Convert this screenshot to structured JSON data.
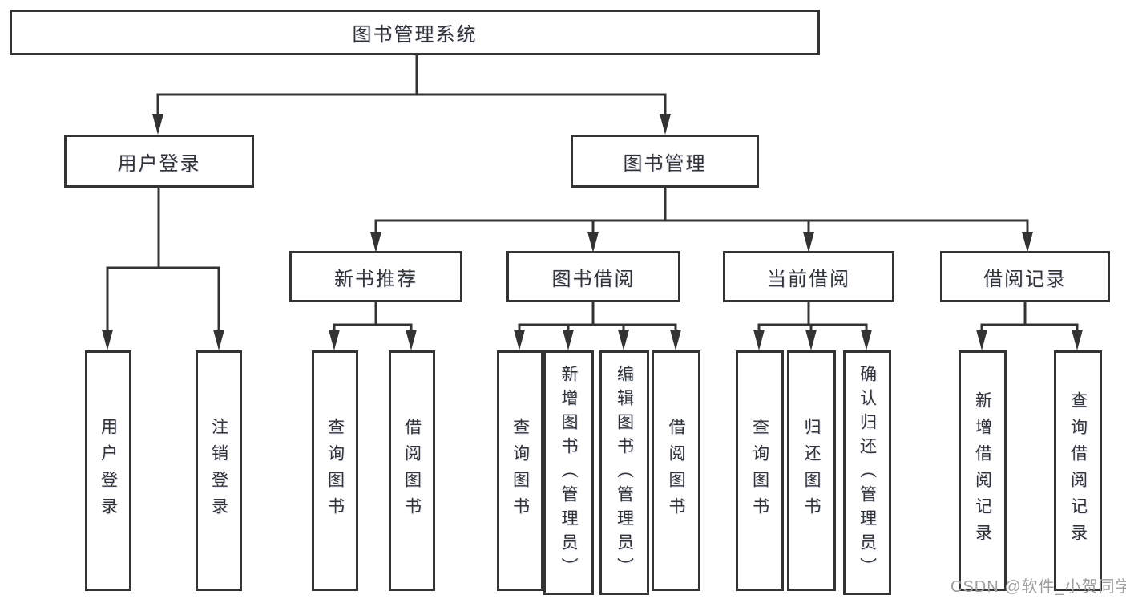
{
  "tree": {
    "root": {
      "label": "图书管理系统"
    },
    "level2": [
      {
        "label": "用户登录"
      },
      {
        "label": "图书管理"
      }
    ],
    "level3": [
      {
        "label": "新书推荐",
        "parent": "图书管理"
      },
      {
        "label": "图书借阅",
        "parent": "图书管理"
      },
      {
        "label": "当前借阅",
        "parent": "图书管理"
      },
      {
        "label": "借阅记录",
        "parent": "图书管理"
      }
    ],
    "leaves": [
      {
        "label": "用户登录",
        "parent": "用户登录"
      },
      {
        "label": "注销登录",
        "parent": "用户登录"
      },
      {
        "label": "查询图书",
        "parent": "新书推荐"
      },
      {
        "label": "借阅图书",
        "parent": "新书推荐"
      },
      {
        "label": "查询图书",
        "parent": "图书借阅"
      },
      {
        "label": "新增图书（管理员）",
        "parent": "图书借阅"
      },
      {
        "label": "编辑图书（管理员）",
        "parent": "图书借阅"
      },
      {
        "label": "借阅图书",
        "parent": "图书借阅"
      },
      {
        "label": "查询图书",
        "parent": "当前借阅"
      },
      {
        "label": "归还图书",
        "parent": "当前借阅"
      },
      {
        "label": "确认归还（管理员）",
        "parent": "当前借阅"
      },
      {
        "label": "新增借阅记录",
        "parent": "借阅记录"
      },
      {
        "label": "查询借阅记录",
        "parent": "借阅记录"
      }
    ]
  },
  "watermark": {
    "text": "CSDN @软件_小贺同学"
  },
  "colors": {
    "line": "#333333",
    "text": "#333333",
    "watermark": "#9e9e9e",
    "background": "#ffffff"
  }
}
